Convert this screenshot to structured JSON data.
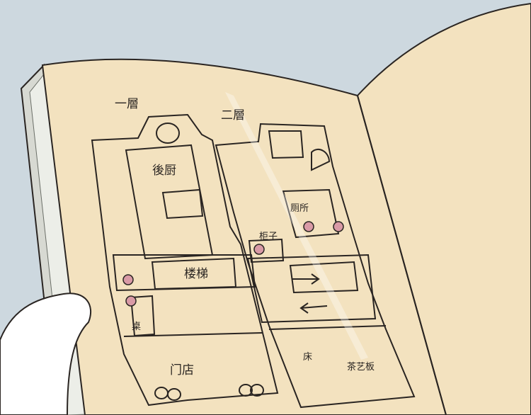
{
  "colors": {
    "background": "#cdd8df",
    "paper": "#f3e2bf",
    "paper_shadow": "#e6d2a8",
    "ink": "#2a2522",
    "marker_pink": "#d99aa6",
    "hand": "#ffffff"
  },
  "floor_plan": {
    "floor_one": {
      "heading": "一層",
      "kitchen": "後厨",
      "stairs": "楼梯",
      "table": "桌",
      "shop_front": "门店"
    },
    "floor_two": {
      "heading": "二層",
      "toilet": "厕所",
      "cabinet": "柜子",
      "bed": "床",
      "tea_board": "茶艺板"
    }
  }
}
